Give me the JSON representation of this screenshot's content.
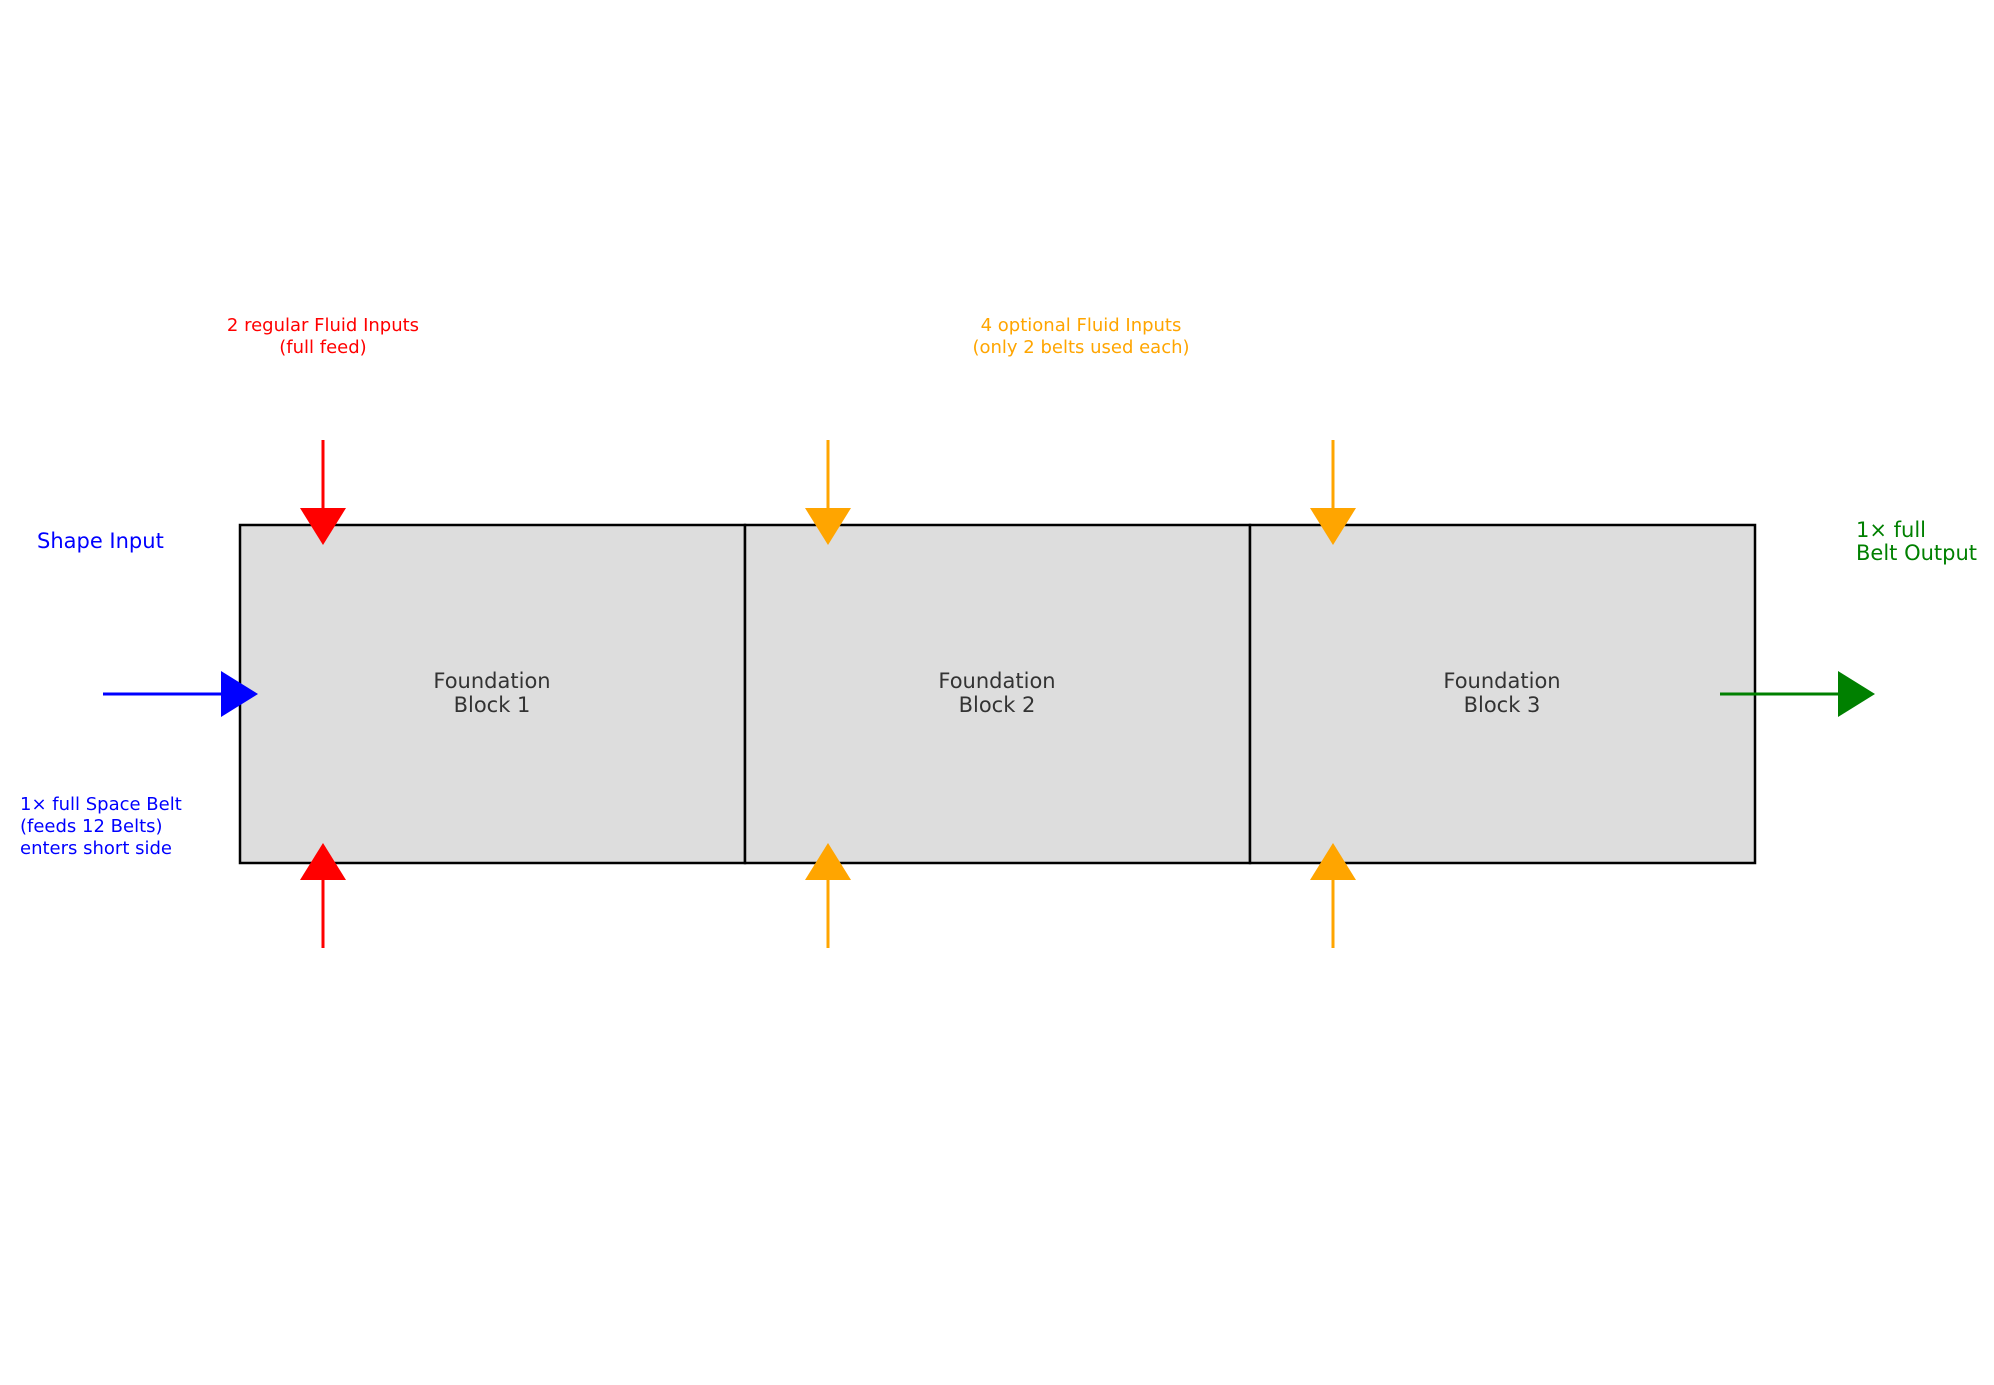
{
  "colors": {
    "shape": "#0000ff",
    "regular_fluid": "#ff0000",
    "optional_fluid": "#ffa500",
    "output": "#008000",
    "block_fill": "#dddddd",
    "block_text": "#333333"
  },
  "blocks": [
    {
      "line1": "Foundation",
      "line2": "Block 1"
    },
    {
      "line1": "Foundation",
      "line2": "Block 2"
    },
    {
      "line1": "Foundation",
      "line2": "Block 3"
    }
  ],
  "labels": {
    "regular_fluid": {
      "line1": "2 regular Fluid Inputs",
      "line2": "(full feed)"
    },
    "optional_fluid": {
      "line1": "4 optional Fluid Inputs",
      "line2": "(only 2 belts used each)"
    },
    "shape_input": "Shape Input",
    "shape_note": {
      "line1": "1× full Space Belt",
      "line2": "(feeds 12 Belts)",
      "line3": "enters short side"
    },
    "output": {
      "line1": "1× full",
      "line2": "Belt Output"
    }
  }
}
